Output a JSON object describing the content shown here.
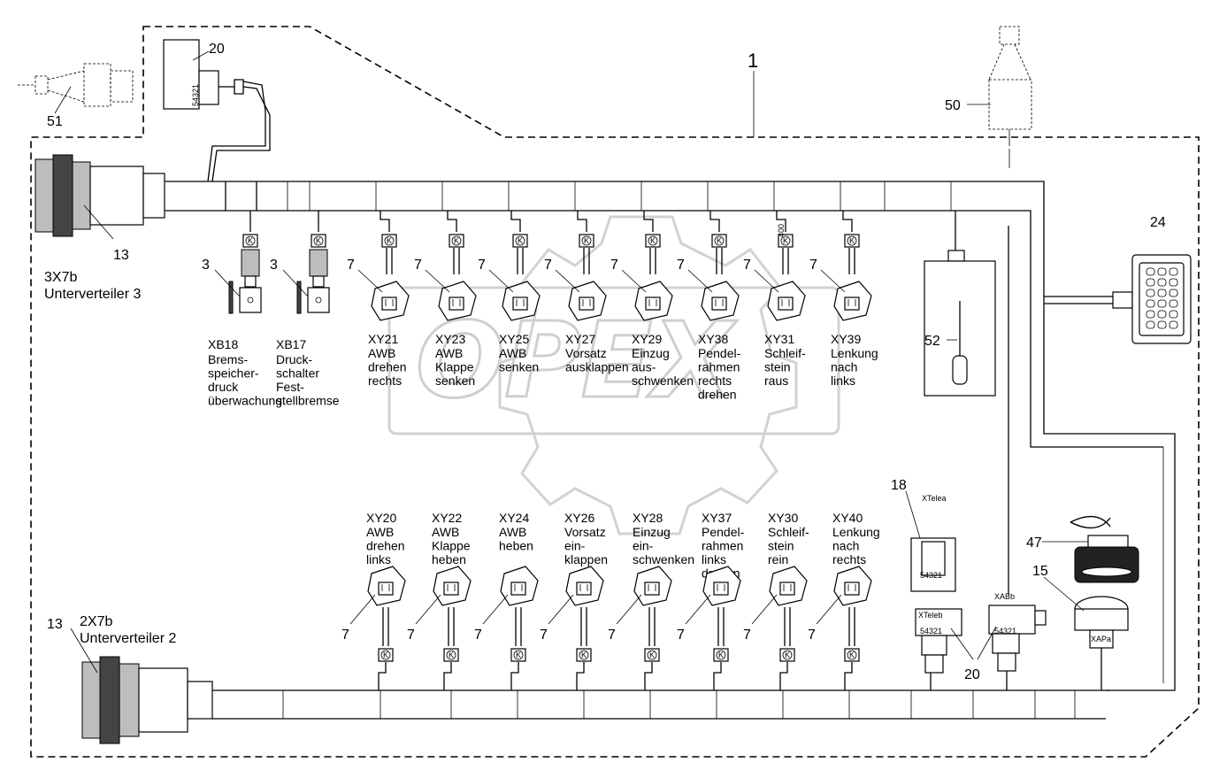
{
  "callouts": {
    "c1": "1",
    "c3a": "3",
    "c3b": "3",
    "c7": "7",
    "c13a": "13",
    "c13b": "13",
    "c15": "15",
    "c18": "18",
    "c20a": "20",
    "c20b": "20",
    "c24": "24",
    "c47": "47",
    "c50": "50",
    "c51": "51",
    "c52": "52"
  },
  "distributors": {
    "top": {
      "id": "3X7b",
      "name": "Unterverteiler 3"
    },
    "bottom": {
      "id": "2X7b",
      "name": "Unterverteiler 2"
    }
  },
  "sensors": [
    {
      "id": "XB18",
      "lines": [
        "Brems-",
        "speicher-",
        "druck",
        "überwachung"
      ]
    },
    {
      "id": "XB17",
      "lines": [
        "Druck-",
        "schalter",
        "Fest-",
        "stellbremse"
      ]
    }
  ],
  "valves_top": [
    {
      "id": "XY21",
      "lines": [
        "AWB",
        "drehen",
        "rechts"
      ]
    },
    {
      "id": "XY23",
      "lines": [
        "AWB",
        "Klappe",
        "senken"
      ]
    },
    {
      "id": "XY25",
      "lines": [
        "AWB",
        "senken"
      ]
    },
    {
      "id": "XY27",
      "lines": [
        "Vorsatz",
        "ausklappen"
      ]
    },
    {
      "id": "XY29",
      "lines": [
        "Einzug",
        "aus-",
        "schwenken"
      ]
    },
    {
      "id": "XY38",
      "lines": [
        "Pendel-",
        "rahmen",
        "rechts",
        "drehen"
      ]
    },
    {
      "id": "XY31",
      "lines": [
        "Schleif-",
        "stein",
        "raus"
      ]
    },
    {
      "id": "XY39",
      "lines": [
        "Lenkung",
        "nach",
        "links"
      ]
    }
  ],
  "valves_bottom": [
    {
      "id": "XY20",
      "lines": [
        "AWB",
        "drehen",
        "links"
      ]
    },
    {
      "id": "XY22",
      "lines": [
        "AWB",
        "Klappe",
        "heben"
      ]
    },
    {
      "id": "XY24",
      "lines": [
        "AWB",
        "heben"
      ]
    },
    {
      "id": "XY26",
      "lines": [
        "Vorsatz",
        "ein-",
        "klappen"
      ]
    },
    {
      "id": "XY28",
      "lines": [
        "Einzug",
        "ein-",
        "schwenken"
      ]
    },
    {
      "id": "XY37",
      "lines": [
        "Pendel-",
        "rahmen",
        "links",
        "drehen"
      ]
    },
    {
      "id": "XY30",
      "lines": [
        "Schleif-",
        "stein",
        "rein"
      ]
    },
    {
      "id": "XY40",
      "lines": [
        "Lenkung",
        "nach",
        "rechts"
      ]
    }
  ],
  "connector_tags": {
    "xtelea": "XTelea",
    "xteleb": "XTeleb",
    "xabb": "XABb",
    "xapa": "XAPa",
    "pins": "54321",
    "mark400": "400",
    "k": "K"
  },
  "watermark": "OPEX"
}
